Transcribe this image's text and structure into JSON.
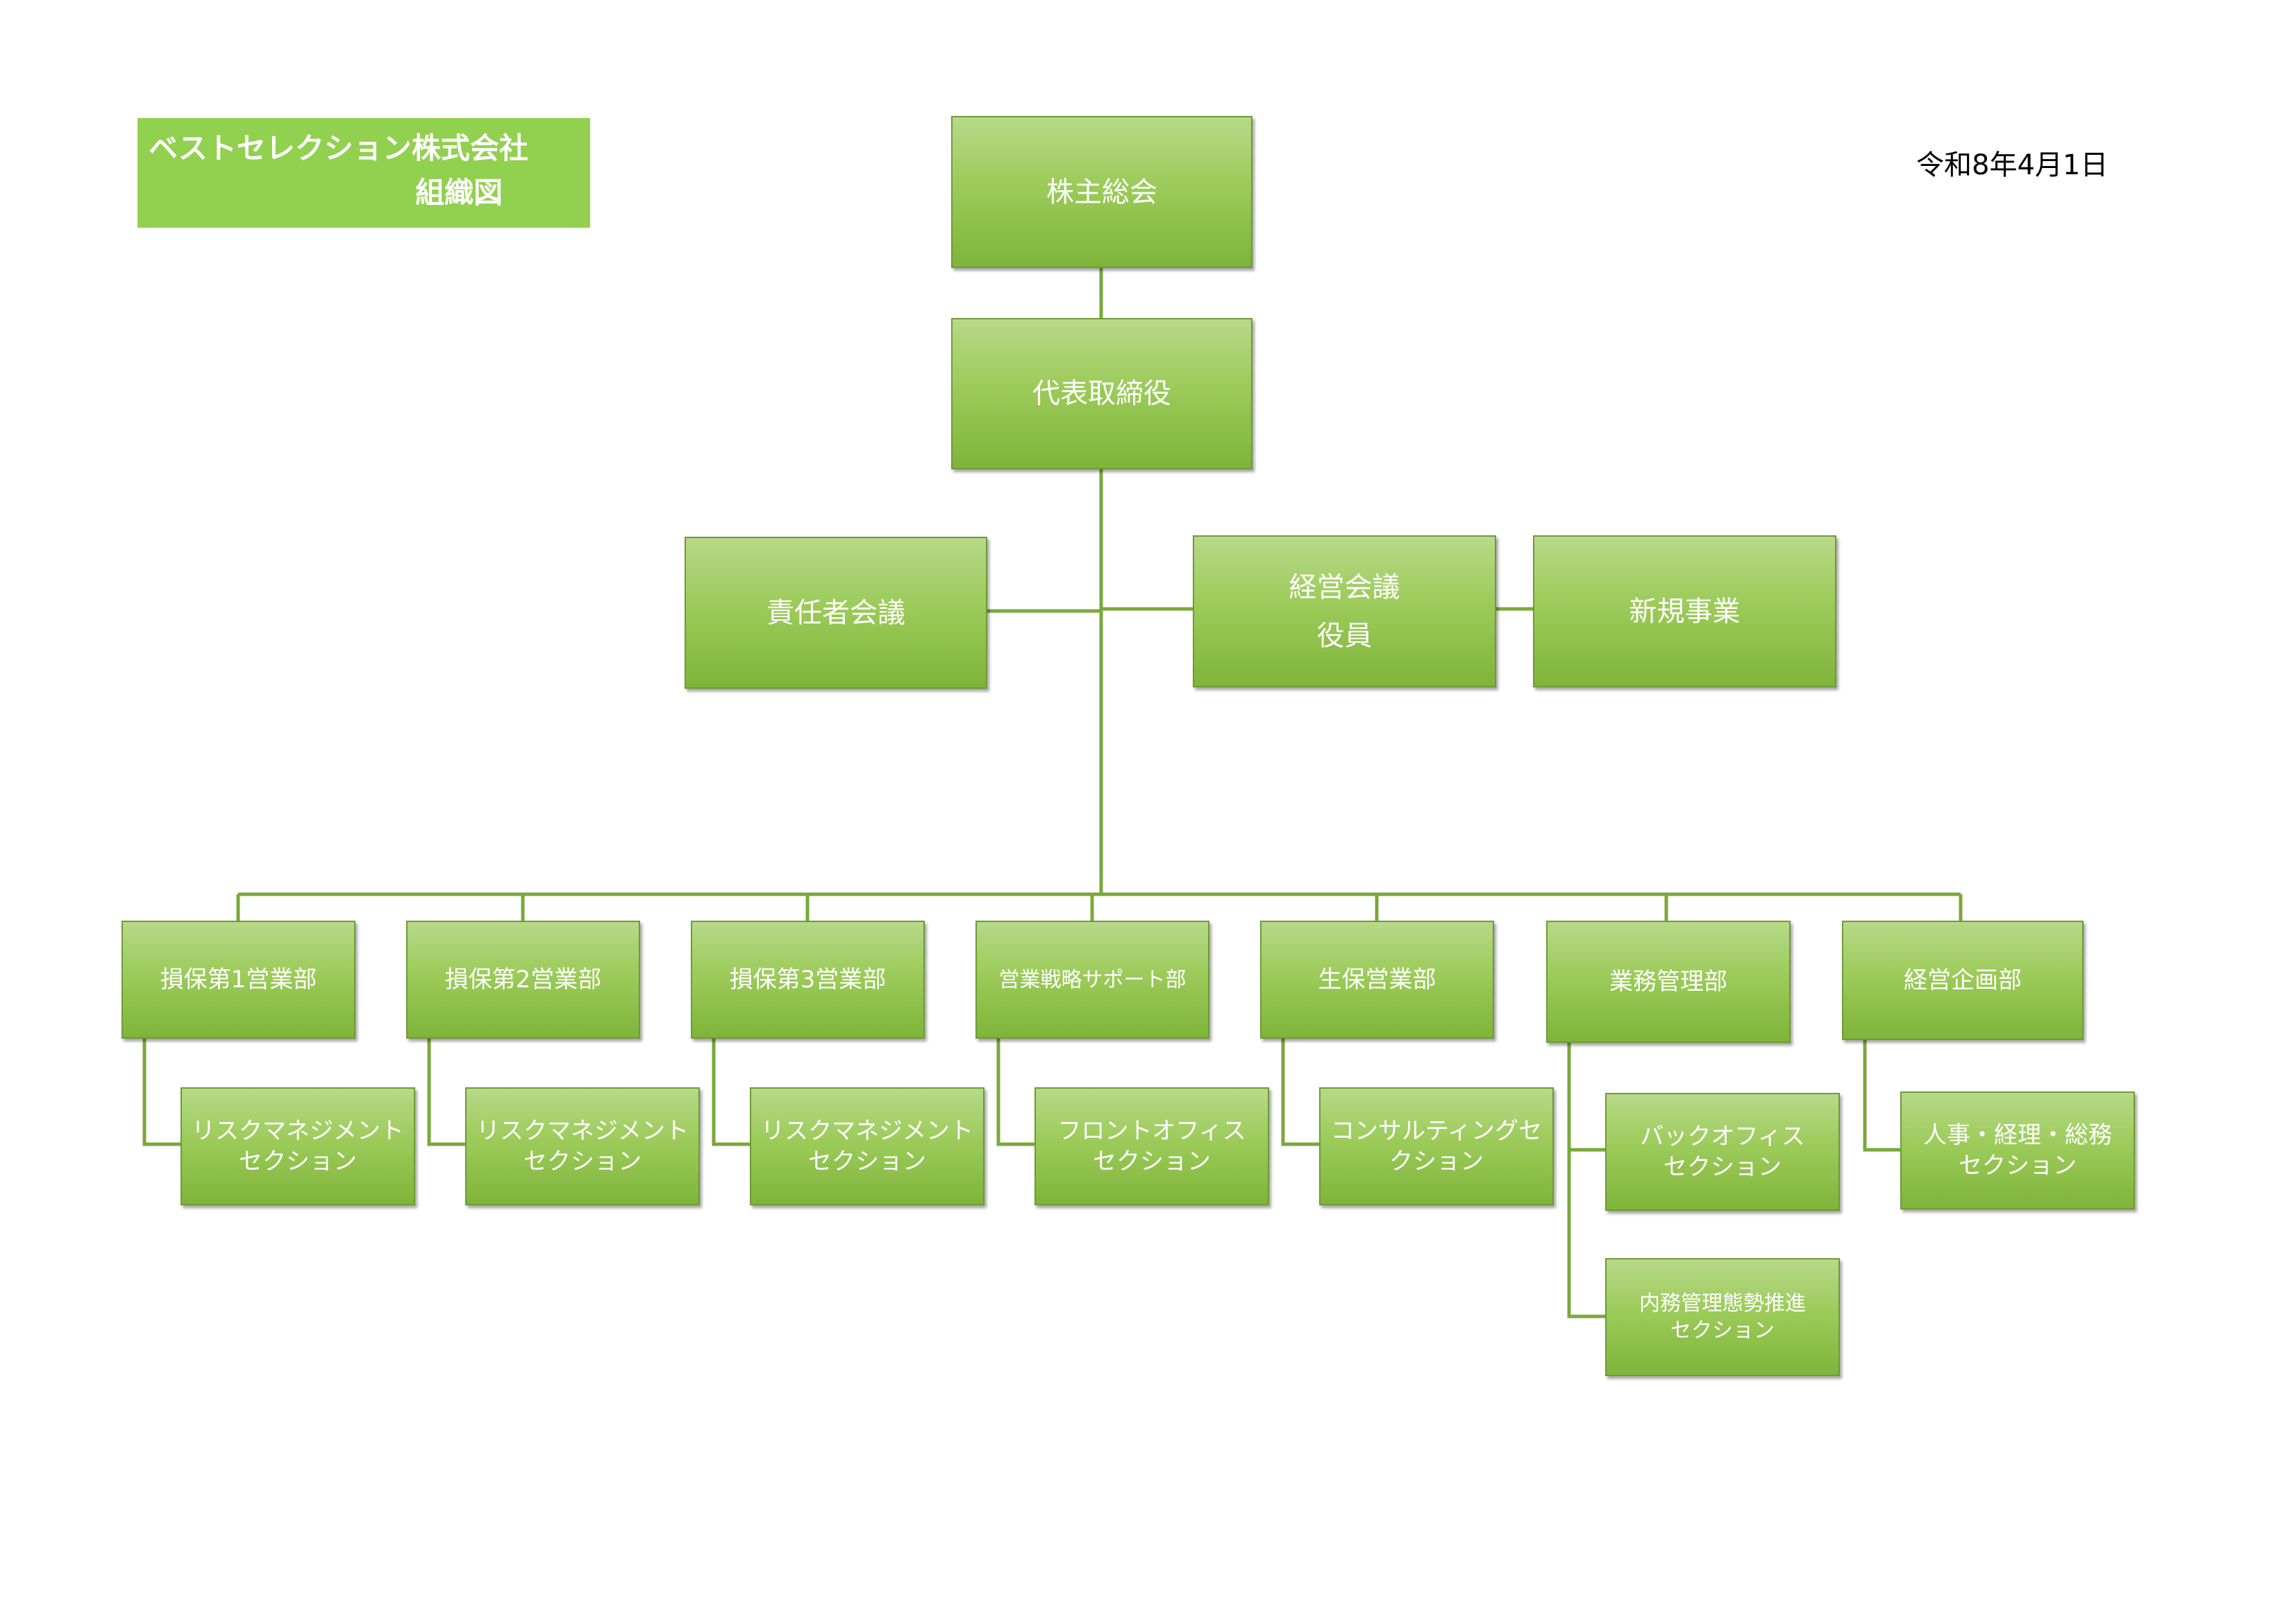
{
  "company_title": "ベストセレクション株式会社",
  "chart_title": "組織図",
  "date": "令和8年4月1日",
  "colors": {
    "title_bg": "#92d050",
    "node_top": "#b7d989",
    "node_bottom": "#7fb43a",
    "connector": "#7aa83a",
    "text": "#ffffff"
  },
  "top": {
    "shareholders": "株主総会",
    "ceo": "代表取締役"
  },
  "side": {
    "responsible_meeting": "責任者会議",
    "management_meeting_line1": "経営会議",
    "management_meeting_line2": "役員",
    "new_business": "新規事業"
  },
  "departments": [
    {
      "label": "損保第1営業部"
    },
    {
      "label": "損保第2営業部"
    },
    {
      "label": "損保第3営業部"
    },
    {
      "label": "営業戦略サポート部"
    },
    {
      "label": "生保営業部"
    },
    {
      "label": "業務管理部"
    },
    {
      "label": "経営企画部"
    }
  ],
  "sections": [
    {
      "line1": "リスクマネジメント",
      "line2": "セクション"
    },
    {
      "line1": "リスクマネジメント",
      "line2": "セクション"
    },
    {
      "line1": "リスクマネジメント",
      "line2": "セクション"
    },
    {
      "line1": "フロントオフィス",
      "line2": "セクション"
    },
    {
      "line1": "コンサルティングセ",
      "line2": "クション"
    },
    {
      "line1": "バックオフィス",
      "line2": "セクション"
    },
    {
      "line1": "内務管理態勢推進",
      "line2": "セクション"
    },
    {
      "line1": "人事・経理・総務",
      "line2": "セクション"
    }
  ]
}
